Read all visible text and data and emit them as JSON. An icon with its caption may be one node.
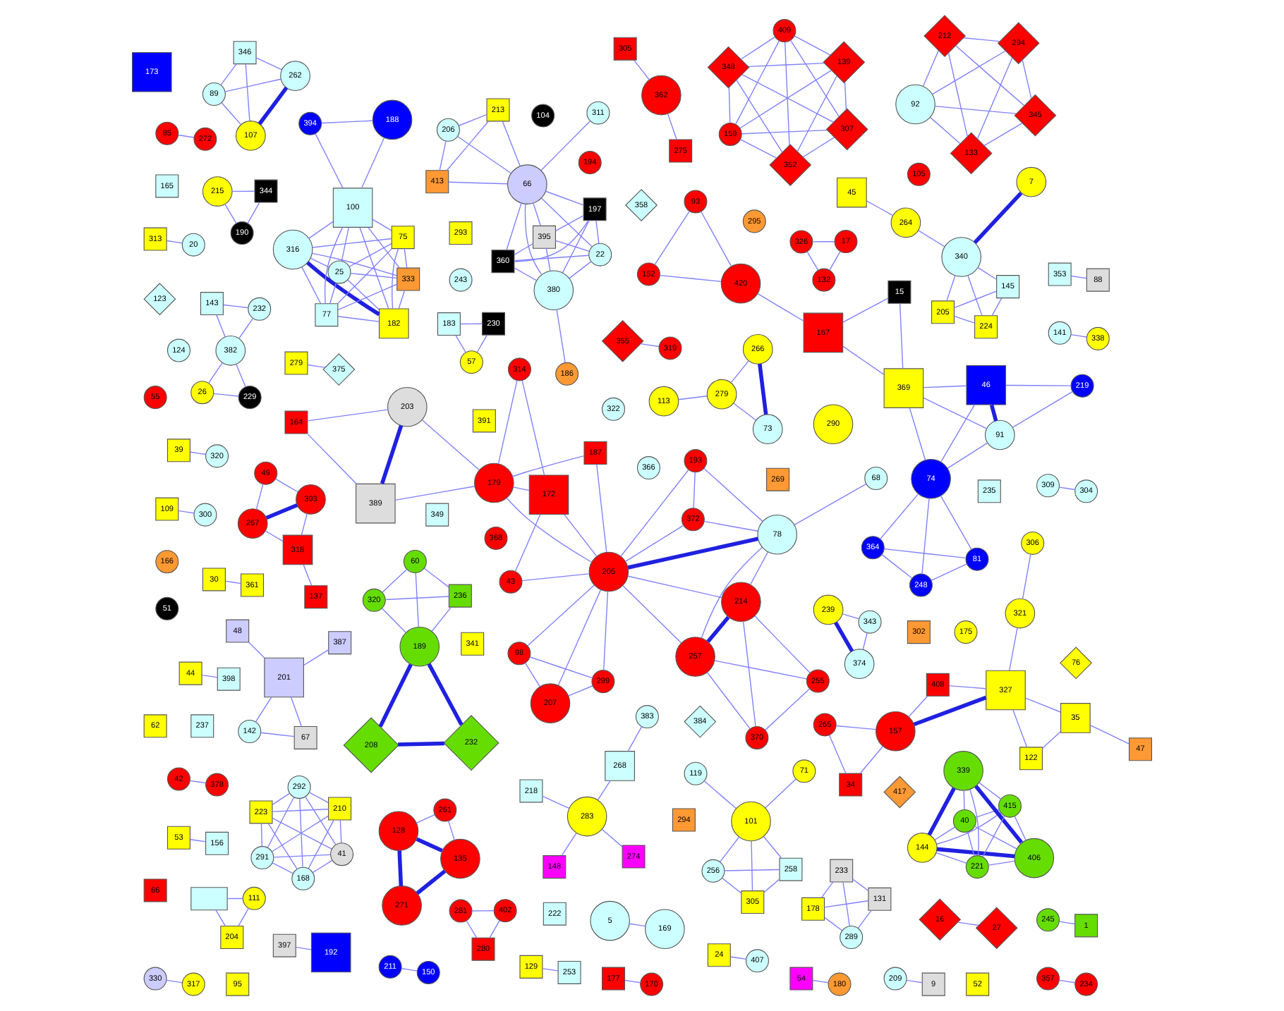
{
  "diagram": {
    "nodes": [
      {
        "text": [
          "306"
        ]
      },
      {
        "text": [
          "321"
        ]
      },
      {
        "text": [
          "327"
        ]
      },
      {
        "text": [
          "408"
        ]
      },
      {
        "text": [
          "34"
        ]
      },
      {
        "text": [
          "157"
        ]
      },
      {
        "text": [
          "265"
        ]
      },
      {
        "text": [
          "35"
        ]
      },
      {
        "text": [
          "122"
        ]
      },
      {
        "text": [
          "47"
        ]
      },
      {
        "text": [
          "305"
        ]
      },
      {
        "text": [
          "362"
        ]
      },
      {
        "text": [
          "275"
        ]
      },
      {
        "text": [
          "30"
        ]
      },
      {
        "text": [
          "361"
        ]
      },
      {
        "text": [
          "44"
        ]
      },
      {
        "text": [
          "398"
        ]
      },
      {
        "text": [
          "24"
        ]
      },
      {
        "text": [
          "407"
        ]
      },
      {
        "text": [
          "39"
        ]
      },
      {
        "text": [
          "320"
        ]
      },
      {
        "text": [
          "42"
        ]
      },
      {
        "text": [
          "378"
        ]
      },
      {
        "text": [
          "53"
        ]
      },
      {
        "text": [
          "156"
        ]
      },
      {
        "text": [
          "85"
        ]
      },
      {
        "text": [
          "272"
        ]
      },
      {
        "text": [
          "109"
        ]
      },
      {
        "text": [
          "300"
        ]
      },
      {
        "text": [
          "211"
        ]
      },
      {
        "text": [
          "150"
        ]
      },
      {
        "text": [
          "129"
        ]
      },
      {
        "text": [
          "253"
        ]
      },
      {
        "text": [
          "177"
        ]
      },
      {
        "text": [
          "170"
        ]
      },
      {
        "text": [
          "54"
        ]
      },
      {
        "text": [
          "180"
        ]
      },
      {
        "text": [
          "397"
        ]
      },
      {
        "text": [
          "192"
        ]
      },
      {
        "text": [
          "209"
        ]
      },
      {
        "text": [
          "9"
        ]
      },
      {
        "text": [
          "357"
        ]
      },
      {
        "text": [
          "234"
        ]
      },
      {
        "text": [
          "245"
        ]
      },
      {
        "text": [
          "1"
        ]
      },
      {
        "text": [
          "309"
        ]
      },
      {
        "text": [
          "304"
        ]
      },
      {
        "text": [
          "313"
        ]
      },
      {
        "text": [
          "20"
        ]
      },
      {
        "text": [
          "330"
        ]
      },
      {
        "text": [
          "317"
        ]
      },
      {
        "text": [
          "355"
        ]
      },
      {
        "text": [
          "319"
        ]
      },
      {
        "text": [
          "141"
        ]
      },
      {
        "text": [
          "338"
        ]
      },
      {
        "text": [
          "353"
        ]
      },
      {
        "text": [
          "88"
        ]
      },
      {
        "text": [
          "279"
        ]
      },
      {
        "text": [
          "375"
        ]
      },
      {
        "text": [
          "5"
        ]
      },
      {
        "text": [
          "169"
        ]
      },
      {
        "text": [
          "16"
        ]
      },
      {
        "text": [
          "27"
        ]
      },
      {
        "text": [
          "366"
        ]
      },
      {
        "text": [
          "368"
        ]
      },
      {
        "text": [
          "384"
        ]
      },
      {
        "text": [
          "391"
        ]
      },
      {
        "text": [
          "417"
        ]
      },
      {
        "text": [
          "322"
        ]
      },
      {
        "text": [
          "341"
        ]
      },
      {
        "text": [
          "349"
        ]
      },
      {
        "text": [
          "358"
        ]
      },
      {
        "text": [
          "269"
        ]
      },
      {
        "text": [
          "243"
        ]
      },
      {
        "text": [
          "294"
        ]
      },
      {
        "text": [
          "290"
        ]
      },
      {
        "text": [
          "293"
        ]
      },
      {
        "text": [
          "302"
        ]
      },
      {
        "text": [
          "295"
        ]
      },
      {
        "text": [
          "175"
        ]
      },
      {
        "text": [
          "105"
        ]
      },
      {
        "text": [
          "194"
        ]
      },
      {
        "text": [
          "222"
        ]
      },
      {
        "text": [
          "235"
        ]
      },
      {
        "text": [
          "237"
        ]
      },
      {
        "text": [
          "104"
        ]
      },
      {
        "text": [
          "123"
        ]
      },
      {
        "text": [
          "124"
        ]
      },
      {
        "text": [
          "165"
        ]
      },
      {
        "text": [
          "166"
        ]
      },
      {
        "text": [
          "173"
        ]
      },
      {
        "text": [
          "51"
        ]
      },
      {
        "text": [
          "52"
        ]
      },
      {
        "text": [
          "55"
        ]
      },
      {
        "text": [
          "62"
        ]
      },
      {
        "text": [
          "66"
        ]
      },
      {
        "text": [
          "76"
        ]
      },
      {
        "text": [
          "95"
        ]
      },
      {
        "text": [
          "183"
        ]
      },
      {
        "text": [
          "230"
        ]
      },
      {
        "text": [
          "57"
        ]
      },
      {
        "text": [
          "26"
        ]
      },
      {
        "text": [
          "229"
        ]
      },
      {
        "text": [
          "382"
        ]
      },
      {
        "text": [
          "143"
        ]
      },
      {
        "text": [
          "232"
        ]
      },
      {
        "text": [
          "113"
        ]
      },
      {
        "text": [
          "279"
        ]
      },
      {
        "text": [
          "73"
        ]
      },
      {
        "text": [
          "266"
        ]
      },
      {
        "text": [],
        "shape": "box"
      },
      {
        "text": [
          "111"
        ]
      },
      {
        "text": [
          "204"
        ]
      },
      {
        "text": [
          "326"
        ]
      },
      {
        "text": [
          "17"
        ]
      },
      {
        "text": [
          "132"
        ]
      },
      {
        "text": [
          "148"
        ]
      },
      {
        "text": [
          "274"
        ]
      },
      {
        "text": [
          "283"
        ]
      },
      {
        "text": [
          "218"
        ]
      },
      {
        "text": [
          "268"
        ]
      },
      {
        "text": [
          "383"
        ]
      },
      {
        "text": [
          "239"
        ]
      },
      {
        "text": [
          "343"
        ]
      },
      {
        "text": [
          "374"
        ]
      },
      {
        "text": [
          "89"
        ]
      },
      {
        "text": [
          "262"
        ]
      },
      {
        "text": [
          "107"
        ]
      },
      {
        "text": [
          "346"
        ]
      },
      {
        "text": [
          "205"
        ]
      },
      {
        "text": [
          "145"
        ]
      },
      {
        "text": [
          "224"
        ]
      },
      {
        "text": [
          "340"
        ]
      },
      {
        "text": [
          "7"
        ]
      },
      {
        "text": [
          "45"
        ]
      },
      {
        "text": [
          "264"
        ]
      },
      {
        "text": [
          "256"
        ]
      },
      {
        "text": [
          "258"
        ]
      },
      {
        "text": [
          "305"
        ]
      },
      {
        "text": [
          "101"
        ]
      },
      {
        "text": [
          "71"
        ]
      },
      {
        "text": [
          "119"
        ]
      },
      {
        "text": [
          "178"
        ]
      },
      {
        "text": [
          "131"
        ]
      },
      {
        "text": [
          "289"
        ]
      },
      {
        "text": [
          "233"
        ]
      },
      {
        "text": [
          "92"
        ]
      },
      {
        "text": [
          "345"
        ]
      },
      {
        "text": [
          "133"
        ]
      },
      {
        "text": [
          "212"
        ]
      },
      {
        "text": [
          "294"
        ]
      },
      {
        "text": [
          "267"
        ]
      },
      {
        "text": [
          "318"
        ]
      },
      {
        "text": [
          "137"
        ]
      },
      {
        "text": [
          "49"
        ]
      },
      {
        "text": [
          "393"
        ]
      },
      {
        "text": [
          "215"
        ]
      },
      {
        "text": [
          "344"
        ]
      },
      {
        "text": [
          "190"
        ]
      },
      {
        "text": [
          "208"
        ]
      },
      {
        "text": [
          "232"
        ]
      },
      {
        "text": [
          "189"
        ]
      },
      {
        "text": [
          "60"
        ]
      },
      {
        "text": [
          "236"
        ]
      },
      {
        "text": [
          "320"
        ]
      },
      {
        "text": [
          "142"
        ]
      },
      {
        "text": [
          "67"
        ]
      },
      {
        "text": [
          "201"
        ]
      },
      {
        "text": [
          "48"
        ]
      },
      {
        "text": [
          "387"
        ]
      },
      {
        "text": [
          "394"
        ]
      },
      {
        "text": [
          "188"
        ]
      },
      {
        "text": [
          "182"
        ]
      },
      {
        "text": [
          "25"
        ]
      },
      {
        "text": [
          "75"
        ]
      },
      {
        "text": [
          "100"
        ]
      },
      {
        "text": [
          "316"
        ]
      },
      {
        "text": [
          "333"
        ]
      },
      {
        "text": [
          "77"
        ]
      },
      {
        "text": [
          "206"
        ]
      },
      {
        "text": [
          "213"
        ]
      },
      {
        "text": [
          "413"
        ]
      },
      {
        "text": [
          "66"
        ]
      },
      {
        "text": [
          "311"
        ]
      },
      {
        "text": [
          "395"
        ]
      },
      {
        "text": [
          "360"
        ]
      },
      {
        "text": [
          "197"
        ]
      },
      {
        "text": [
          "380"
        ]
      },
      {
        "text": [
          "22"
        ]
      },
      {
        "text": [
          "186"
        ]
      },
      {
        "text": [
          "291"
        ]
      },
      {
        "text": [
          "41"
        ]
      },
      {
        "text": [
          "168"
        ]
      },
      {
        "text": [
          "292"
        ]
      },
      {
        "text": [
          "210"
        ]
      },
      {
        "text": [
          "223"
        ]
      },
      {
        "text": [
          "281"
        ]
      },
      {
        "text": [
          "402"
        ]
      },
      {
        "text": [
          "280"
        ]
      },
      {
        "text": [
          "271"
        ]
      },
      {
        "text": [
          "135"
        ]
      },
      {
        "text": [
          "128"
        ]
      },
      {
        "text": [
          "261"
        ]
      },
      {
        "text": [
          "152"
        ]
      },
      {
        "text": [
          "93"
        ]
      },
      {
        "text": [
          "420"
        ]
      },
      {
        "text": [
          "167"
        ]
      },
      {
        "text": [
          "15"
        ]
      },
      {
        "text": [
          "369"
        ]
      },
      {
        "text": [
          "91"
        ]
      },
      {
        "text": [
          "74"
        ]
      },
      {
        "text": [
          "46"
        ]
      },
      {
        "text": [
          "81"
        ]
      },
      {
        "text": [
          "248"
        ]
      },
      {
        "text": [
          "364"
        ]
      },
      {
        "text": [
          "219"
        ]
      },
      {
        "text": [
          "144"
        ]
      },
      {
        "text": [
          "40"
        ]
      },
      {
        "text": [
          "406"
        ]
      },
      {
        "text": [
          "415"
        ]
      },
      {
        "text": [
          "221"
        ]
      },
      {
        "text": [
          "339"
        ]
      },
      {
        "text": [
          "98"
        ]
      },
      {
        "text": [
          "299"
        ]
      },
      {
        "text": [
          "207"
        ]
      },
      {
        "text": [
          "43"
        ]
      },
      {
        "text": [
          "172"
        ]
      },
      {
        "text": [
          "314"
        ]
      },
      {
        "text": [
          "205"
        ]
      },
      {
        "text": [
          "179"
        ]
      },
      {
        "text": [
          "193"
        ]
      },
      {
        "text": [
          "187"
        ]
      },
      {
        "text": [
          "372"
        ]
      },
      {
        "text": [
          "78"
        ]
      },
      {
        "text": [
          "214"
        ]
      },
      {
        "text": [
          "255"
        ]
      },
      {
        "text": [
          "68"
        ]
      },
      {
        "text": [
          "257"
        ]
      },
      {
        "text": [
          "370"
        ]
      },
      {
        "text": [
          "203"
        ]
      },
      {
        "text": [
          "389"
        ]
      },
      {
        "text": [
          "164"
        ]
      },
      {
        "text": [
          "159"
        ]
      },
      {
        "text": [
          "307"
        ]
      },
      {
        "text": [
          "352"
        ]
      },
      {
        "text": [
          "409"
        ]
      },
      {
        "text": [
          "139"
        ]
      },
      {
        "text": [
          "348"
        ]
      }
    ],
    "edges": [
      {
        "from": 0,
        "to": 1,
        "arrow": "none"
      },
      {
        "from": 1,
        "to": 2,
        "arrow": "none"
      },
      {
        "from": 2,
        "to": 3,
        "arrow": "none"
      },
      {
        "from": 2,
        "to": 5,
        "arrow": "none",
        "style": "thick",
        "color": "#2020e0"
      },
      {
        "from": 3,
        "to": 5,
        "arrow": "none"
      },
      {
        "from": 4,
        "to": 5,
        "arrow": "none"
      },
      {
        "from": 4,
        "to": 6,
        "arrow": "none"
      },
      {
        "from": 5,
        "to": 6,
        "arrow": "none"
      },
      {
        "from": 2,
        "to": 8,
        "arrow": "none"
      },
      {
        "from": 2,
        "to": 7,
        "arrow": "none"
      },
      {
        "from": 7,
        "to": 8,
        "arrow": "none"
      },
      {
        "from": 7,
        "to": 9,
        "arrow": "none"
      },
      {
        "from": 10,
        "to": 11,
        "arrow": "none"
      },
      {
        "from": 11,
        "to": 12,
        "arrow": "none"
      },
      {
        "from": 13,
        "to": 14,
        "arrow": "none"
      },
      {
        "from": 15,
        "to": 16,
        "arrow": "none"
      },
      {
        "from": 17,
        "to": 18,
        "arrow": "none"
      },
      {
        "from": 19,
        "to": 20,
        "arrow": "none"
      },
      {
        "from": 21,
        "to": 22,
        "arrow": "none"
      },
      {
        "from": 23,
        "to": 24,
        "arrow": "none"
      },
      {
        "from": 25,
        "to": 26,
        "arrow": "none"
      },
      {
        "from": 27,
        "to": 28,
        "arrow": "none"
      },
      {
        "from": 29,
        "to": 30,
        "arrow": "none"
      },
      {
        "from": 31,
        "to": 32,
        "arrow": "none"
      },
      {
        "from": 33,
        "to": 34,
        "arrow": "none"
      },
      {
        "from": 35,
        "to": 36,
        "arrow": "none"
      },
      {
        "from": 37,
        "to": 38,
        "arrow": "none"
      },
      {
        "from": 39,
        "to": 40,
        "arrow": "none"
      },
      {
        "from": 41,
        "to": 42,
        "arrow": "none"
      },
      {
        "from": 43,
        "to": 44,
        "arrow": "none"
      },
      {
        "from": 45,
        "to": 46,
        "arrow": "none"
      },
      {
        "from": 47,
        "to": 48,
        "arrow": "none"
      },
      {
        "from": 49,
        "to": 50,
        "arrow": "none"
      },
      {
        "from": 51,
        "to": 52,
        "arrow": "none"
      },
      {
        "from": 53,
        "to": 54,
        "arrow": "none"
      },
      {
        "from": 55,
        "to": 56,
        "arrow": "none"
      },
      {
        "from": 57,
        "to": 58,
        "arrow": "none"
      },
      {
        "from": 59,
        "to": 60,
        "arrow": "none"
      },
      {
        "from": 61,
        "to": 62,
        "arrow": "none"
      },
      {
        "from": 98,
        "to": 99,
        "arrow": "none"
      },
      {
        "from": 98,
        "to": 100,
        "arrow": "none"
      },
      {
        "from": 99,
        "to": 100,
        "arrow": "none"
      },
      {
        "from": 101,
        "to": 102,
        "arrow": "none"
      },
      {
        "from": 101,
        "to": 103,
        "arrow": "none"
      },
      {
        "from": 102,
        "to": 103,
        "arrow": "none"
      },
      {
        "from": 103,
        "to": 104,
        "arrow": "none"
      },
      {
        "from": 103,
        "to": 105,
        "arrow": "none"
      },
      {
        "from": 104,
        "to": 105,
        "arrow": "none"
      },
      {
        "from": 106,
        "to": 107,
        "arrow": "none"
      },
      {
        "from": 107,
        "to": 108,
        "arrow": "none"
      },
      {
        "from": 107,
        "to": 109,
        "arrow": "none"
      },
      {
        "from": 108,
        "to": 109,
        "arrow": "none",
        "style": "thick",
        "color": "#2020e0"
      },
      {
        "from": 110,
        "to": 111,
        "arrow": "none"
      },
      {
        "from": 110,
        "to": 112,
        "arrow": "none"
      },
      {
        "from": 111,
        "to": 112,
        "arrow": "none"
      },
      {
        "from": 113,
        "to": 114,
        "arrow": "none"
      },
      {
        "from": 113,
        "to": 115,
        "arrow": "none"
      },
      {
        "from": 114,
        "to": 115,
        "arrow": "none"
      },
      {
        "from": 118,
        "to": 116,
        "arrow": "none"
      },
      {
        "from": 118,
        "to": 117,
        "arrow": "none"
      },
      {
        "from": 118,
        "to": 119,
        "arrow": "none"
      },
      {
        "from": 118,
        "to": 120,
        "arrow": "none"
      },
      {
        "from": 120,
        "to": 121,
        "arrow": "none"
      },
      {
        "from": 122,
        "to": 123,
        "arrow": "none"
      },
      {
        "from": 122,
        "to": 124,
        "arrow": "none",
        "style": "thick",
        "color": "#2020e0"
      },
      {
        "from": 123,
        "to": 124,
        "arrow": "none"
      },
      {
        "from": 125,
        "to": 126,
        "arrow": "none"
      },
      {
        "from": 125,
        "to": 127,
        "arrow": "none"
      },
      {
        "from": 125,
        "to": 128,
        "arrow": "none"
      },
      {
        "from": 126,
        "to": 127,
        "arrow": "none",
        "style": "thick",
        "color": "#2020e0"
      },
      {
        "from": 126,
        "to": 128,
        "arrow": "none"
      },
      {
        "from": 127,
        "to": 128,
        "arrow": "none"
      },
      {
        "from": 129,
        "to": 130,
        "arrow": "none"
      },
      {
        "from": 129,
        "to": 131,
        "arrow": "none"
      },
      {
        "from": 129,
        "to": 132,
        "arrow": "none"
      },
      {
        "from": 130,
        "to": 131,
        "arrow": "none"
      },
      {
        "from": 130,
        "to": 132,
        "arrow": "none"
      },
      {
        "from": 131,
        "to": 132,
        "arrow": "none"
      },
      {
        "from": 132,
        "to": 133,
        "arrow": "none",
        "style": "thick",
        "color": "#2020e0"
      },
      {
        "from": 132,
        "to": 135,
        "arrow": "none"
      },
      {
        "from": 134,
        "to": 135,
        "arrow": "none"
      },
      {
        "from": 136,
        "to": 137,
        "arrow": "none"
      },
      {
        "from": 136,
        "to": 138,
        "arrow": "none"
      },
      {
        "from": 136,
        "to": 139,
        "arrow": "none"
      },
      {
        "from": 137,
        "to": 138,
        "arrow": "none"
      },
      {
        "from": 137,
        "to": 139,
        "arrow": "none"
      },
      {
        "from": 138,
        "to": 139,
        "arrow": "none"
      },
      {
        "from": 139,
        "to": 140,
        "arrow": "none"
      },
      {
        "from": 139,
        "to": 141,
        "arrow": "none"
      },
      {
        "from": 142,
        "to": 143,
        "arrow": "none"
      },
      {
        "from": 142,
        "to": 144,
        "arrow": "none"
      },
      {
        "from": 142,
        "to": 145,
        "arrow": "none"
      },
      {
        "from": 143,
        "to": 144,
        "arrow": "none"
      },
      {
        "from": 143,
        "to": 145,
        "arrow": "none"
      },
      {
        "from": 144,
        "to": 145,
        "arrow": "none"
      },
      {
        "from": 146,
        "to": 147,
        "arrow": "none"
      },
      {
        "from": 146,
        "to": 148,
        "arrow": "none"
      },
      {
        "from": 146,
        "to": 149,
        "arrow": "none"
      },
      {
        "from": 146,
        "to": 150,
        "arrow": "none"
      },
      {
        "from": 147,
        "to": 148,
        "arrow": "none"
      },
      {
        "from": 147,
        "to": 149,
        "arrow": "none"
      },
      {
        "from": 147,
        "to": 150,
        "arrow": "none"
      },
      {
        "from": 148,
        "to": 149,
        "arrow": "none"
      },
      {
        "from": 148,
        "to": 150,
        "arrow": "none"
      },
      {
        "from": 149,
        "to": 150,
        "arrow": "none"
      },
      {
        "from": 151,
        "to": 152,
        "arrow": "none"
      },
      {
        "from": 151,
        "to": 154,
        "arrow": "none"
      },
      {
        "from": 151,
        "to": 155,
        "arrow": "none",
        "style": "thick",
        "color": "#2020e0"
      },
      {
        "from": 152,
        "to": 153,
        "arrow": "none"
      },
      {
        "from": 152,
        "to": 155,
        "arrow": "none"
      },
      {
        "from": 154,
        "to": 155,
        "arrow": "none"
      },
      {
        "from": 156,
        "to": 157,
        "arrow": "none"
      },
      {
        "from": 156,
        "to": 158,
        "arrow": "none"
      },
      {
        "from": 157,
        "to": 158,
        "arrow": "none"
      },
      {
        "from": 159,
        "to": 160,
        "arrow": "none",
        "style": "thick",
        "color": "#2020e0"
      },
      {
        "from": 159,
        "to": 161,
        "arrow": "none",
        "style": "thick",
        "color": "#2020e0"
      },
      {
        "from": 160,
        "to": 161,
        "arrow": "none",
        "style": "thick",
        "color": "#2020e0"
      },
      {
        "from": 162,
        "to": 163,
        "arrow": "none"
      },
      {
        "from": 162,
        "to": 161,
        "arrow": "none"
      },
      {
        "from": 162,
        "to": 164,
        "arrow": "none"
      },
      {
        "from": 163,
        "to": 161,
        "arrow": "none"
      },
      {
        "from": 163,
        "to": 164,
        "arrow": "none"
      },
      {
        "from": 161,
        "to": 164,
        "arrow": "none"
      },
      {
        "from": 165,
        "to": 166,
        "arrow": "none"
      },
      {
        "from": 165,
        "to": 167,
        "arrow": "none"
      },
      {
        "from": 166,
        "to": 167,
        "arrow": "none"
      },
      {
        "from": 167,
        "to": 168,
        "arrow": "none"
      },
      {
        "from": 167,
        "to": 169,
        "arrow": "none"
      },
      {
        "from": 170,
        "to": 171,
        "arrow": "none"
      },
      {
        "from": 170,
        "to": 175,
        "arrow": "none"
      },
      {
        "from": 171,
        "to": 175,
        "arrow": "none"
      },
      {
        "from": 172,
        "to": 173,
        "arrow": "none"
      },
      {
        "from": 172,
        "to": 174,
        "arrow": "none"
      },
      {
        "from": 172,
        "to": 175,
        "arrow": "none"
      },
      {
        "from": 172,
        "to": 176,
        "arrow": "none",
        "style": "thick",
        "color": "#2020e0"
      },
      {
        "from": 172,
        "to": 177,
        "arrow": "none"
      },
      {
        "from": 172,
        "to": 178,
        "arrow": "none"
      },
      {
        "from": 173,
        "to": 174,
        "arrow": "none"
      },
      {
        "from": 173,
        "to": 175,
        "arrow": "none"
      },
      {
        "from": 173,
        "to": 176,
        "arrow": "none"
      },
      {
        "from": 173,
        "to": 177,
        "arrow": "none"
      },
      {
        "from": 173,
        "to": 178,
        "arrow": "none"
      },
      {
        "from": 174,
        "to": 175,
        "arrow": "none"
      },
      {
        "from": 174,
        "to": 176,
        "arrow": "none"
      },
      {
        "from": 174,
        "to": 177,
        "arrow": "none"
      },
      {
        "from": 174,
        "to": 178,
        "arrow": "none"
      },
      {
        "from": 175,
        "to": 176,
        "arrow": "none"
      },
      {
        "from": 175,
        "to": 177,
        "arrow": "none"
      },
      {
        "from": 175,
        "to": 178,
        "arrow": "none"
      },
      {
        "from": 176,
        "to": 177,
        "arrow": "none"
      },
      {
        "from": 176,
        "to": 178,
        "arrow": "none"
      },
      {
        "from": 177,
        "to": 178,
        "arrow": "none"
      },
      {
        "from": 179,
        "to": 180,
        "arrow": "none"
      },
      {
        "from": 179,
        "to": 181,
        "arrow": "none"
      },
      {
        "from": 179,
        "to": 182,
        "arrow": "none"
      },
      {
        "from": 180,
        "to": 181,
        "arrow": "none"
      },
      {
        "from": 180,
        "to": 182,
        "arrow": "none"
      },
      {
        "from": 181,
        "to": 182,
        "arrow": "none"
      },
      {
        "from": 182,
        "to": 183,
        "arrow": "none"
      },
      {
        "from": 182,
        "to": 184,
        "arrow": "none"
      },
      {
        "from": 182,
        "to": 185,
        "arrow": "none"
      },
      {
        "from": 182,
        "to": 186,
        "arrow": "none"
      },
      {
        "from": 182,
        "to": 187,
        "arrow": "none"
      },
      {
        "from": 182,
        "to": 188,
        "arrow": "none"
      },
      {
        "from": 184,
        "to": 185,
        "arrow": "none"
      },
      {
        "from": 184,
        "to": 186,
        "arrow": "none"
      },
      {
        "from": 184,
        "to": 187,
        "arrow": "none"
      },
      {
        "from": 184,
        "to": 188,
        "arrow": "none"
      },
      {
        "from": 185,
        "to": 186,
        "arrow": "none"
      },
      {
        "from": 185,
        "to": 187,
        "arrow": "none"
      },
      {
        "from": 185,
        "to": 188,
        "arrow": "none"
      },
      {
        "from": 186,
        "to": 187,
        "arrow": "none"
      },
      {
        "from": 186,
        "to": 188,
        "arrow": "none"
      },
      {
        "from": 187,
        "to": 188,
        "arrow": "none"
      },
      {
        "from": 187,
        "to": 189,
        "arrow": "none"
      },
      {
        "from": 190,
        "to": 191,
        "arrow": "none"
      },
      {
        "from": 190,
        "to": 192,
        "arrow": "none"
      },
      {
        "from": 190,
        "to": 193,
        "arrow": "none"
      },
      {
        "from": 190,
        "to": 194,
        "arrow": "none"
      },
      {
        "from": 190,
        "to": 195,
        "arrow": "none"
      },
      {
        "from": 191,
        "to": 192,
        "arrow": "none"
      },
      {
        "from": 191,
        "to": 193,
        "arrow": "none"
      },
      {
        "from": 191,
        "to": 194,
        "arrow": "none"
      },
      {
        "from": 191,
        "to": 195,
        "arrow": "none"
      },
      {
        "from": 192,
        "to": 193,
        "arrow": "none"
      },
      {
        "from": 192,
        "to": 194,
        "arrow": "none"
      },
      {
        "from": 192,
        "to": 195,
        "arrow": "none"
      },
      {
        "from": 193,
        "to": 194,
        "arrow": "none"
      },
      {
        "from": 193,
        "to": 195,
        "arrow": "none"
      },
      {
        "from": 194,
        "to": 195,
        "arrow": "none"
      },
      {
        "from": 196,
        "to": 197,
        "arrow": "none"
      },
      {
        "from": 196,
        "to": 198,
        "arrow": "none"
      },
      {
        "from": 197,
        "to": 198,
        "arrow": "none"
      },
      {
        "from": 199,
        "to": 200,
        "arrow": "none",
        "style": "thick",
        "color": "#2020e0"
      },
      {
        "from": 199,
        "to": 201,
        "arrow": "none",
        "style": "thick",
        "color": "#2020e0"
      },
      {
        "from": 200,
        "to": 201,
        "arrow": "none",
        "style": "thick",
        "color": "#2020e0"
      },
      {
        "from": 200,
        "to": 202,
        "arrow": "none"
      },
      {
        "from": 201,
        "to": 202,
        "arrow": "none"
      },
      {
        "from": 203,
        "to": 205,
        "arrow": "none"
      },
      {
        "from": 203,
        "to": 204,
        "arrow": "none"
      },
      {
        "from": 204,
        "to": 205,
        "arrow": "none"
      },
      {
        "from": 205,
        "to": 206,
        "arrow": "none"
      },
      {
        "from": 206,
        "to": 207,
        "arrow": "none"
      },
      {
        "from": 206,
        "to": 208,
        "arrow": "none"
      },
      {
        "from": 207,
        "to": 208,
        "arrow": "none"
      },
      {
        "from": 208,
        "to": 211,
        "arrow": "none"
      },
      {
        "from": 211,
        "to": 215,
        "arrow": "none"
      },
      {
        "from": 209,
        "to": 208,
        "arrow": "none"
      },
      {
        "from": 209,
        "to": 210,
        "arrow": "none"
      },
      {
        "from": 209,
        "to": 211,
        "arrow": "none",
        "style": "thick",
        "color": "#2020e0"
      },
      {
        "from": 209,
        "to": 215,
        "arrow": "none"
      },
      {
        "from": 210,
        "to": 208,
        "arrow": "none"
      },
      {
        "from": 210,
        "to": 211,
        "arrow": "none"
      },
      {
        "from": 210,
        "to": 212,
        "arrow": "none"
      },
      {
        "from": 210,
        "to": 213,
        "arrow": "none"
      },
      {
        "from": 210,
        "to": 214,
        "arrow": "none"
      },
      {
        "from": 212,
        "to": 213,
        "arrow": "none"
      },
      {
        "from": 212,
        "to": 214,
        "arrow": "none"
      },
      {
        "from": 213,
        "to": 214,
        "arrow": "none"
      },
      {
        "from": 216,
        "to": 217,
        "arrow": "none"
      },
      {
        "from": 216,
        "to": 218,
        "arrow": "none",
        "style": "thick",
        "color": "#2020e0"
      },
      {
        "from": 216,
        "to": 219,
        "arrow": "none"
      },
      {
        "from": 216,
        "to": 220,
        "arrow": "none"
      },
      {
        "from": 216,
        "to": 221,
        "arrow": "none",
        "style": "thick",
        "color": "#2020e0"
      },
      {
        "from": 217,
        "to": 218,
        "arrow": "none"
      },
      {
        "from": 217,
        "to": 219,
        "arrow": "none"
      },
      {
        "from": 217,
        "to": 220,
        "arrow": "none"
      },
      {
        "from": 217,
        "to": 221,
        "arrow": "none"
      },
      {
        "from": 218,
        "to": 219,
        "arrow": "none"
      },
      {
        "from": 218,
        "to": 220,
        "arrow": "none"
      },
      {
        "from": 218,
        "to": 221,
        "arrow": "none",
        "style": "thick",
        "color": "#2020e0"
      },
      {
        "from": 219,
        "to": 220,
        "arrow": "none"
      },
      {
        "from": 219,
        "to": 221,
        "arrow": "none"
      },
      {
        "from": 220,
        "to": 221,
        "arrow": "none"
      },
      {
        "from": 222,
        "to": 223,
        "arrow": "none"
      },
      {
        "from": 222,
        "to": 224,
        "arrow": "none"
      },
      {
        "from": 223,
        "to": 224,
        "arrow": "none"
      },
      {
        "from": 222,
        "to": 228,
        "arrow": "none"
      },
      {
        "from": 223,
        "to": 228,
        "arrow": "none"
      },
      {
        "from": 224,
        "to": 228,
        "arrow": "none"
      },
      {
        "from": 225,
        "to": 228,
        "arrow": "none"
      },
      {
        "from": 225,
        "to": 226,
        "arrow": "none"
      },
      {
        "from": 226,
        "to": 227,
        "arrow": "none"
      },
      {
        "from": 226,
        "to": 228,
        "arrow": "none"
      },
      {
        "from": 226,
        "to": 229,
        "arrow": "none"
      },
      {
        "from": 227,
        "to": 229,
        "arrow": "none"
      },
      {
        "from": 228,
        "to": 229,
        "arrow": "none"
      },
      {
        "from": 228,
        "to": 231,
        "arrow": "none"
      },
      {
        "from": 231,
        "to": 229,
        "arrow": "none"
      },
      {
        "from": 230,
        "to": 228,
        "arrow": "none"
      },
      {
        "from": 230,
        "to": 232,
        "arrow": "none"
      },
      {
        "from": 230,
        "to": 233,
        "arrow": "none"
      },
      {
        "from": 228,
        "to": 232,
        "arrow": "none"
      },
      {
        "from": 228,
        "to": 233,
        "arrow": "none",
        "style": "thick",
        "color": "#2020e0"
      },
      {
        "from": 228,
        "to": 234,
        "arrow": "none"
      },
      {
        "from": 228,
        "to": 237,
        "arrow": "none"
      },
      {
        "from": 232,
        "to": 233,
        "arrow": "none"
      },
      {
        "from": 233,
        "to": 234,
        "arrow": "none"
      },
      {
        "from": 233,
        "to": 236,
        "arrow": "none"
      },
      {
        "from": 233,
        "to": 237,
        "arrow": "none"
      },
      {
        "from": 234,
        "to": 235,
        "arrow": "none"
      },
      {
        "from": 234,
        "to": 237,
        "arrow": "none",
        "style": "thick",
        "color": "#2020e0"
      },
      {
        "from": 234,
        "to": 238,
        "arrow": "none"
      },
      {
        "from": 235,
        "to": 237,
        "arrow": "none"
      },
      {
        "from": 235,
        "to": 238,
        "arrow": "none"
      },
      {
        "from": 237,
        "to": 238,
        "arrow": "none"
      },
      {
        "from": 229,
        "to": 239,
        "arrow": "none"
      },
      {
        "from": 229,
        "to": 240,
        "arrow": "none"
      },
      {
        "from": 239,
        "to": 240,
        "arrow": "none",
        "style": "thick",
        "color": "#2020e0"
      },
      {
        "from": 239,
        "to": 241,
        "arrow": "none"
      },
      {
        "from": 240,
        "to": 241,
        "arrow": "none"
      },
      {
        "from": 242,
        "to": 243,
        "arrow": "none"
      },
      {
        "from": 242,
        "to": 244,
        "arrow": "none"
      },
      {
        "from": 242,
        "to": 245,
        "arrow": "none"
      },
      {
        "from": 242,
        "to": 246,
        "arrow": "none"
      },
      {
        "from": 242,
        "to": 247,
        "arrow": "none"
      },
      {
        "from": 243,
        "to": 244,
        "arrow": "none"
      },
      {
        "from": 243,
        "to": 245,
        "arrow": "none"
      },
      {
        "from": 243,
        "to": 246,
        "arrow": "none"
      },
      {
        "from": 243,
        "to": 247,
        "arrow": "none"
      },
      {
        "from": 244,
        "to": 245,
        "arrow": "none"
      },
      {
        "from": 244,
        "to": 246,
        "arrow": "none"
      },
      {
        "from": 244,
        "to": 247,
        "arrow": "none"
      },
      {
        "from": 245,
        "to": 246,
        "arrow": "none"
      },
      {
        "from": 245,
        "to": 247,
        "arrow": "none"
      },
      {
        "from": 246,
        "to": 247,
        "arrow": "none"
      }
    ]
  }
}
